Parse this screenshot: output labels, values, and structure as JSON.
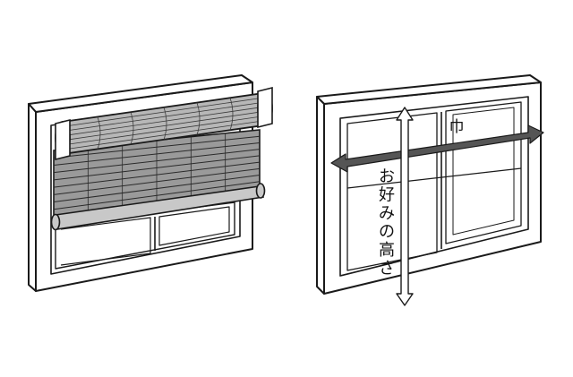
{
  "labels": {
    "width": "巾",
    "height_chars": [
      "お",
      "好",
      "み",
      "の",
      "高",
      "さ"
    ]
  },
  "colors": {
    "line": "#1a1a1a",
    "blind_fabric": "#9a9a9a",
    "bottom_bar": "#c8c8c8",
    "arrow_dark": "#555555",
    "arrow_light": "#ffffff"
  }
}
